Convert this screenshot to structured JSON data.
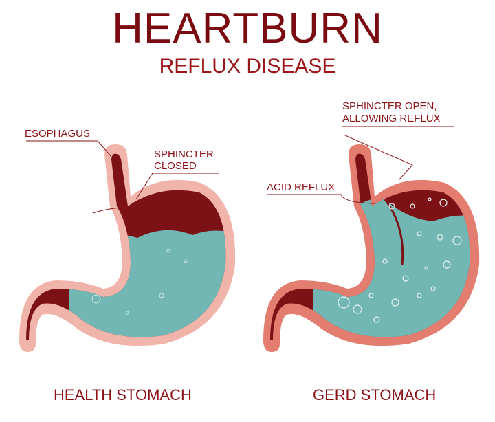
{
  "title": "HEARTBURN",
  "subtitle": "REFLUX DISEASE",
  "labels": {
    "esophagus": "ESOPHAGUS",
    "sphincter_closed_1": "SPHINCTER",
    "sphincter_closed_2": "CLOSED",
    "sphincter_open_1": "SPHINCTER OPEN,",
    "sphincter_open_2": "ALLOWING REFLUX",
    "acid_reflux": "ACID REFLUX"
  },
  "captions": {
    "left": "HEALTH STOMACH",
    "right": "GERD STOMACH"
  },
  "colors": {
    "title": "#7a0b10",
    "lining_healthy": "#f1b4aa",
    "lining_gerd": "#e27d70",
    "muscle": "#7c1215",
    "acid": "#72b7b4"
  }
}
